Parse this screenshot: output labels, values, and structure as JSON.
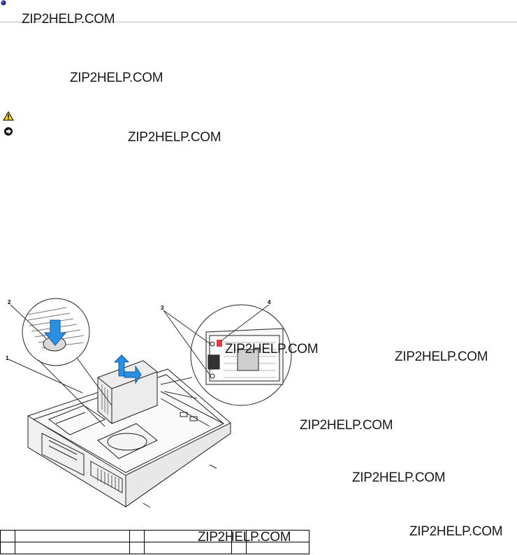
{
  "watermark": {
    "text": "ZIP2HELP.COM"
  },
  "figure": {
    "callouts": [
      "1",
      "2",
      "3",
      "4"
    ]
  },
  "icons": {
    "bullet": "bullet-dot-icon",
    "warning": "warning-triangle-icon",
    "notice": "notice-circle-icon"
  },
  "colors": {
    "bullet": "#1f2a8c",
    "warning": "#f2d21a",
    "arrow": "#2a8fe0"
  }
}
